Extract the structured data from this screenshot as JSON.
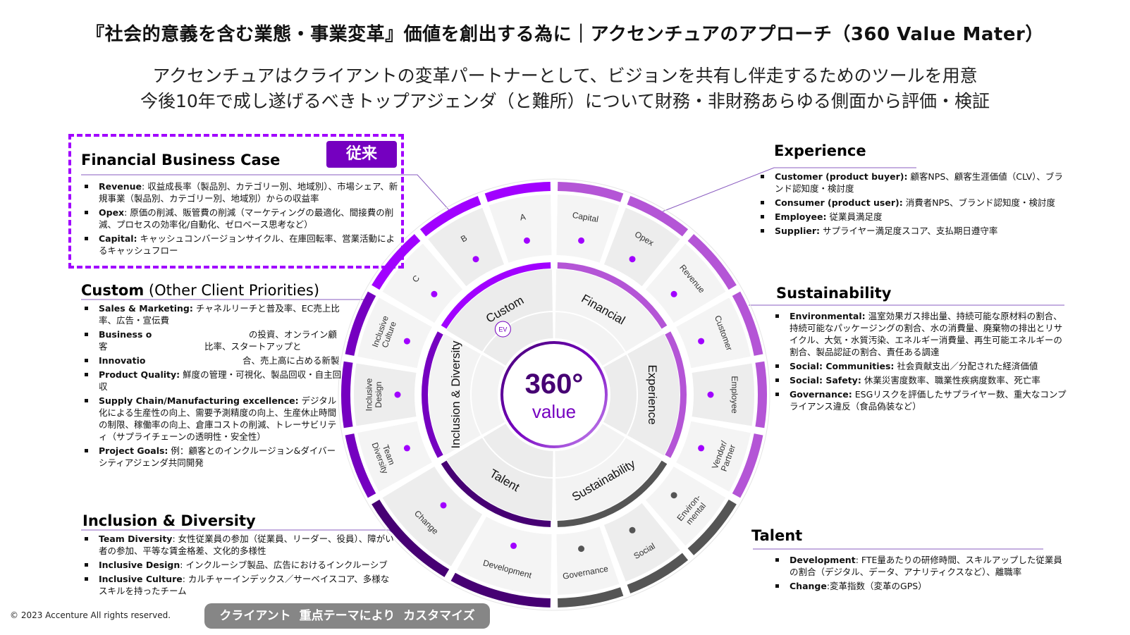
{
  "title": "『社会的意義を含む業態・事業変革』価値を創出する為に｜アクセンチュアのアプローチ（360 Value Mater）",
  "subtitle_1": "アクセンチュアはクライアントの変革パートナーとして、ビジョンを共有し伴走するためのツールを用意",
  "subtitle_2": "今後10年で成し遂げるべきトップアジェンダ（と難所）について財務・非財務あらゆる側面から評価・検証",
  "financial": {
    "heading": "Financial Business Case",
    "badge": "従来",
    "items": [
      {
        "k": "Revenue",
        "v": ": 収益成長率（製品別、カテゴリー別、地域別）、市場シェア、新規事業（製品別、カテゴリー別、地域別）からの収益率"
      },
      {
        "k": "Opex",
        "v": ": 原価の削減、販管費の削減（マーケティングの最適化、間接費の削減、プロセスの効率化/自動化、ゼロベース思考など）"
      },
      {
        "k": "Capital:",
        "v": " キャッシュコンバージョンサイクル、在庫回転率、営業活動によるキャッシュフロー"
      }
    ]
  },
  "custom": {
    "heading": "Custom",
    "heading_sub": " (Other Client Priorities)",
    "overlay": [
      "クライアント",
      "重点テーマにより",
      "カスタマイズ"
    ],
    "items": [
      {
        "k": "Sales & Marketing:",
        "v": " チャネルリーチと普及率、EC売上比率、広告・宣伝費"
      },
      {
        "k": "Business o",
        "v": "　　　　　　　　　　　の投資、オンライン顧客　　　　　　　　　　　比率、スタートアップと"
      },
      {
        "k": "Innovatio",
        "v": "　　　　　　　　　　　合、売上高に占める新製"
      },
      {
        "k": "Product Quality:",
        "v": " 鮮度の管理・可視化、製品回収・自主回収"
      },
      {
        "k": "Supply Chain/Manufacturing excellence:",
        "v": " デジタル化による生産性の向上、需要予測精度の向上、生産休止時間の制限、稼働率の向上、倉庫コストの削減、トレーサビリティ（サプライチェーンの透明性・安全性）"
      },
      {
        "k": "Project Goals:",
        "v": " 例：顧客とのインクルージョン&ダイバーシティアジェンダ共同開発"
      }
    ]
  },
  "inclusion": {
    "heading": "Inclusion & Diversity",
    "items": [
      {
        "k": "Team Diversity",
        "v": ": 女性従業員の参加（従業員、リーダー、役員）、障がい者の参加、平等な賃金格差、文化的多様性"
      },
      {
        "k": "Inclusive Design",
        "v": ": インクルーシブ製品、広告におけるインクルーシブ"
      },
      {
        "k": "Inclusive Culture",
        "v": ": カルチャーインデックス／サーベイスコア、多様なスキルを持ったチーム"
      }
    ]
  },
  "experience": {
    "heading": "Experience",
    "items": [
      {
        "k": "Customer (product buyer):",
        "v": " 顧客NPS、顧客生涯価値（CLV）、ブランド認知度・検討度"
      },
      {
        "k": "Consumer (product user):",
        "v": " 消費者NPS、ブランド認知度・検討度"
      },
      {
        "k": "Employee:",
        "v": " 従業員満足度"
      },
      {
        "k": "Supplier:",
        "v": " サプライヤー満足度スコア、支払期日遵守率"
      }
    ]
  },
  "sustainability": {
    "heading": "Sustainability",
    "items": [
      {
        "k": "Environmental:",
        "v": " 温室効果ガス排出量、持続可能な原材料の割合、持続可能なパッケージングの割合、水の消費量、廃棄物の排出とリサイクル、大気・水質汚染、エネルギー消費量、再生可能エネルギーの割合、製品認証の割合、責任ある調達"
      },
      {
        "k": "Social: Communities:",
        "v": " 社会貢献支出／分配された経済価値"
      },
      {
        "k": "Social: Safety:",
        "v": " 休業災害度数率、職業性疾病度数率、死亡率"
      },
      {
        "k": "Governance:",
        "v": " ESGリスクを評価したサプライヤー数、重大なコンプライアンス違反（食品偽装など）"
      }
    ]
  },
  "talent": {
    "heading": "Talent",
    "items": [
      {
        "k": "Development",
        "v": ": FTE量あたりの研修時間、スキルアップした従業員の割合（デジタル、データ、アナリティクスなど）、離職率"
      },
      {
        "k": "Change",
        "v": ":変革指数（変革のGPS）"
      }
    ]
  },
  "wheel": {
    "center_number": "360°",
    "center_label": "value",
    "ev_label": "EV",
    "sectors": [
      {
        "name": "Financial",
        "color": "#b455d6",
        "cells": [
          "Capital",
          "Opex",
          "Revenue"
        ]
      },
      {
        "name": "Experience",
        "color": "#b455d6",
        "cells": [
          "Customer",
          "Employee",
          "Vendor/ Partner"
        ]
      },
      {
        "name": "Sustainability",
        "color": "#555555",
        "cells": [
          "Environ- mental",
          "Social",
          "Governance"
        ]
      },
      {
        "name": "Talent",
        "color": "#460073",
        "cells": [
          "Development",
          "Change"
        ]
      },
      {
        "name": "Inclusion & Diversity",
        "color": "#7500c0",
        "cells": [
          "Team Diversity",
          "Inclusive Design",
          "Inclusive Culture"
        ]
      },
      {
        "name": "Custom",
        "color": "#a100ff",
        "cells": [
          "C",
          "B",
          "A"
        ]
      }
    ]
  },
  "copyright": "© 2023 Accenture  All rights reserved."
}
